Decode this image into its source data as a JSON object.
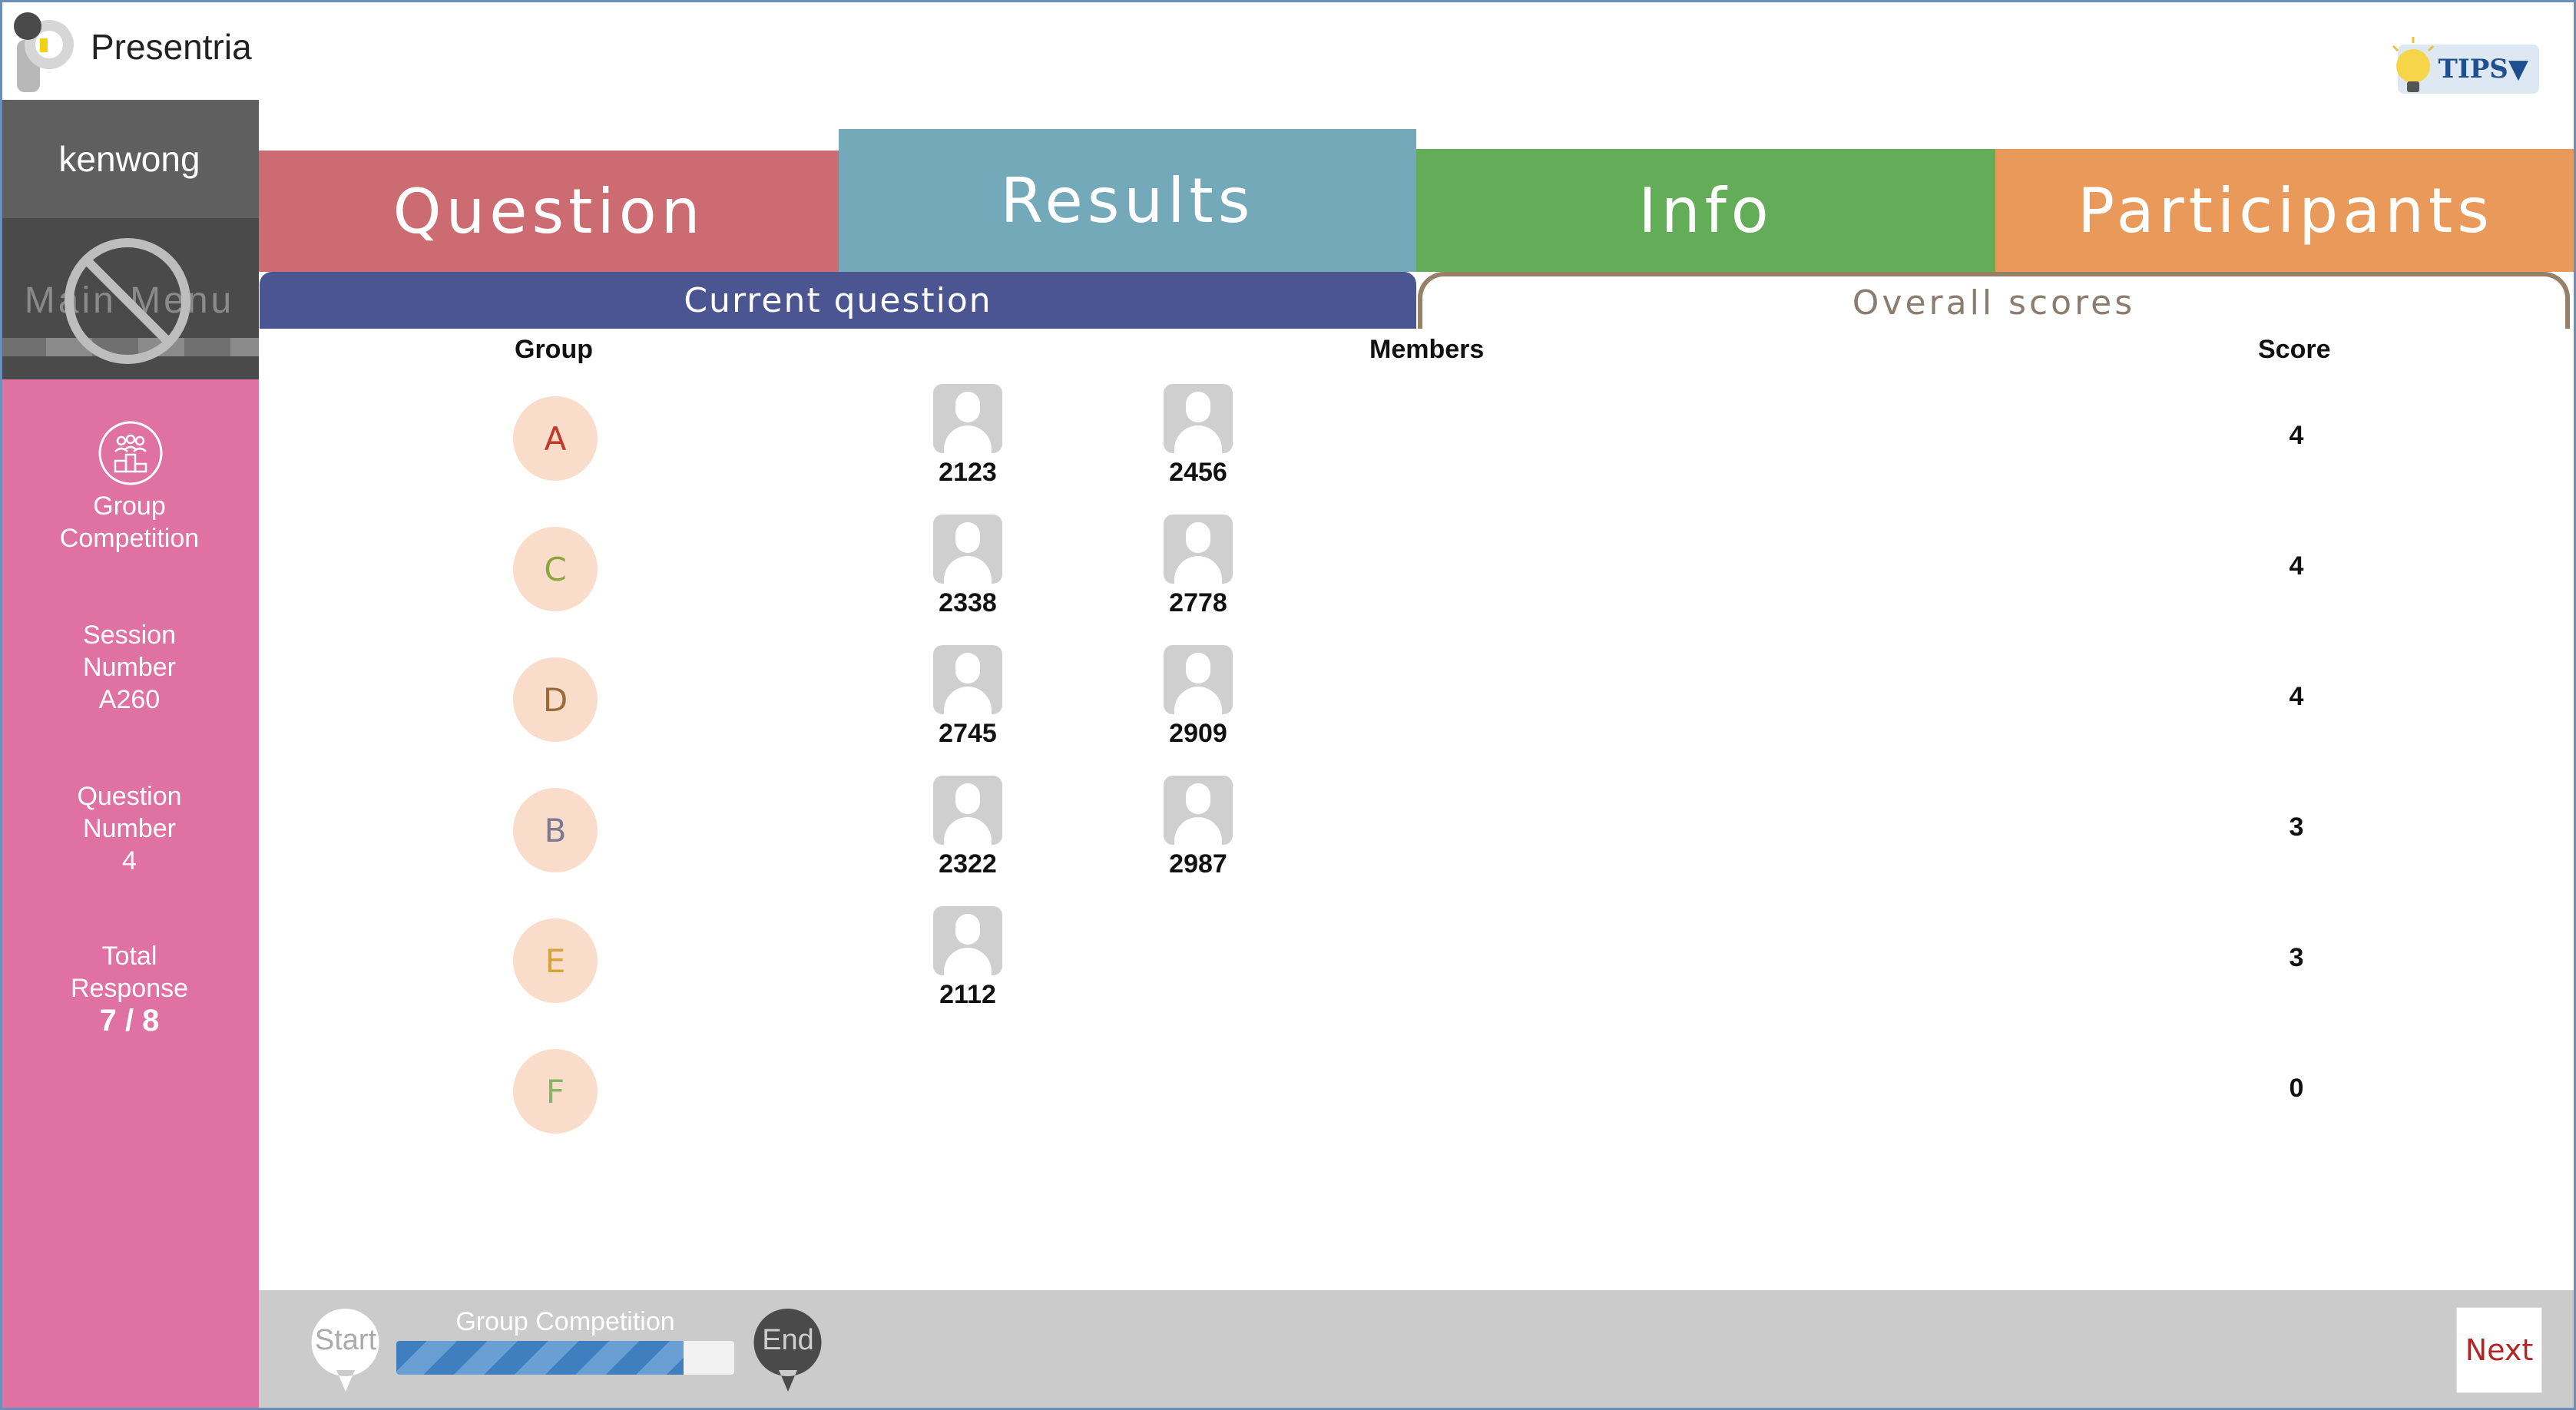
{
  "app": {
    "title": "Presentria",
    "tips_label": "TIPS▼"
  },
  "sidebar": {
    "user_name": "kenwong",
    "main_menu_label": "Main Menu",
    "mode_label_line1": "Group",
    "mode_label_line2": "Competition",
    "session_line1": "Session",
    "session_line2": "Number",
    "session_value": "A260",
    "question_line1": "Question",
    "question_line2": "Number",
    "question_value": "4",
    "total_line1": "Total",
    "total_line2": "Response",
    "total_value": "7 / 8"
  },
  "tabs": {
    "question": "Question",
    "results": "Results",
    "info": "Info",
    "participants": "Participants"
  },
  "subtabs": {
    "current": "Current question",
    "overall": "Overall scores"
  },
  "table": {
    "headers": {
      "group": "Group",
      "members": "Members",
      "score": "Score"
    },
    "rows": [
      {
        "group": "A",
        "color": "#c0392b",
        "members": [
          "2123",
          "2456"
        ],
        "score": "4"
      },
      {
        "group": "C",
        "color": "#8aa63a",
        "members": [
          "2338",
          "2778"
        ],
        "score": "4"
      },
      {
        "group": "D",
        "color": "#9a6a3a",
        "members": [
          "2745",
          "2909"
        ],
        "score": "4"
      },
      {
        "group": "B",
        "color": "#7e7a8e",
        "members": [
          "2322",
          "2987"
        ],
        "score": "3"
      },
      {
        "group": "E",
        "color": "#d4a33a",
        "members": [
          "2112"
        ],
        "score": "3"
      },
      {
        "group": "F",
        "color": "#8ab36a",
        "members": [],
        "score": "0"
      }
    ]
  },
  "footer": {
    "start_label": "Start",
    "end_label": "End",
    "progress_label": "Group Competition",
    "progress_fraction": 0.85,
    "next_label": "Next"
  }
}
